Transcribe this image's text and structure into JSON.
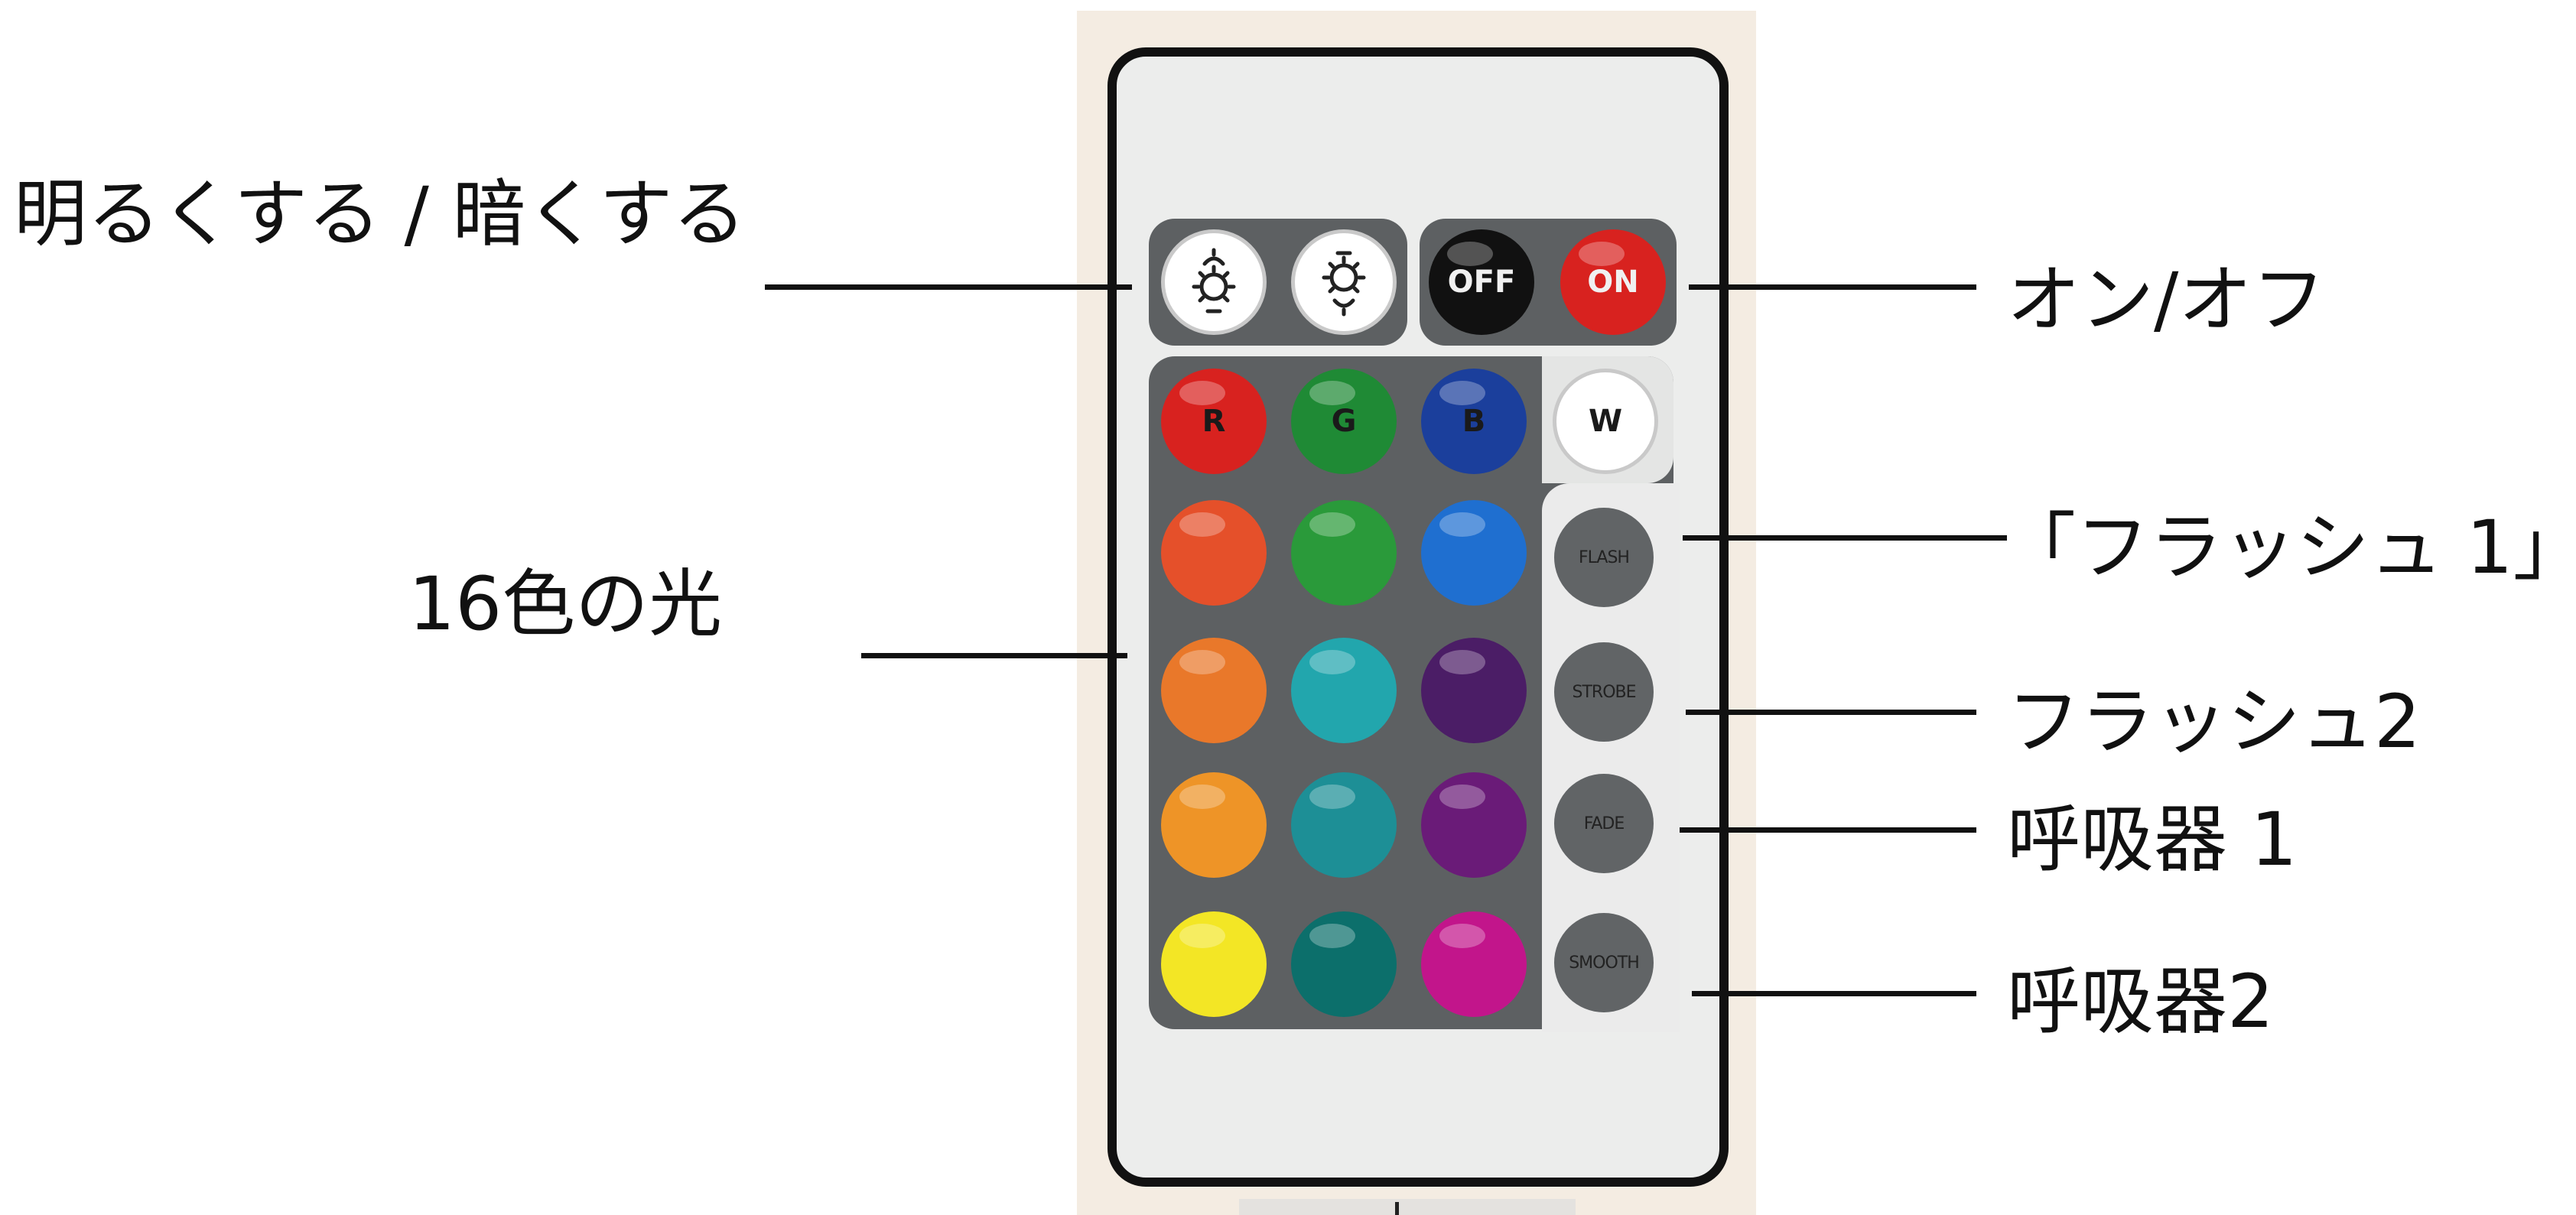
{
  "labels": {
    "brightness": "明るくする / 暗くする",
    "power": "オン/オフ",
    "flash1": "「フラッシュ 1」",
    "colors16": "16色の光",
    "flash2": "フラッシュ2",
    "breath1": "呼吸器 1",
    "breath2": "呼吸器2"
  },
  "buttons": {
    "off": "OFF",
    "on": "ON",
    "r": "R",
    "g": "G",
    "b": "B",
    "w": "W",
    "flash": "FLASH",
    "strobe": "STROBE",
    "fade": "FADE",
    "smooth": "SMOOTH"
  },
  "colors": {
    "red": "#d8221f",
    "green": "#1f8a35",
    "blue": "#1b3f9c",
    "white": "#ffffff",
    "row2": [
      "#e5502a",
      "#2a9a3a",
      "#1f6fd0"
    ],
    "row3": [
      "#e9782a",
      "#22a6ad",
      "#4b1d66"
    ],
    "row4": [
      "#ee9427",
      "#1d8f96",
      "#6a1b78"
    ],
    "row5": [
      "#f3e625",
      "#0c6f6b",
      "#c2158b"
    ],
    "mode_button": "#616466",
    "off_button": "#111111",
    "on_button": "#d8221f"
  },
  "icons": [
    "brightness-up-icon",
    "brightness-down-icon"
  ]
}
